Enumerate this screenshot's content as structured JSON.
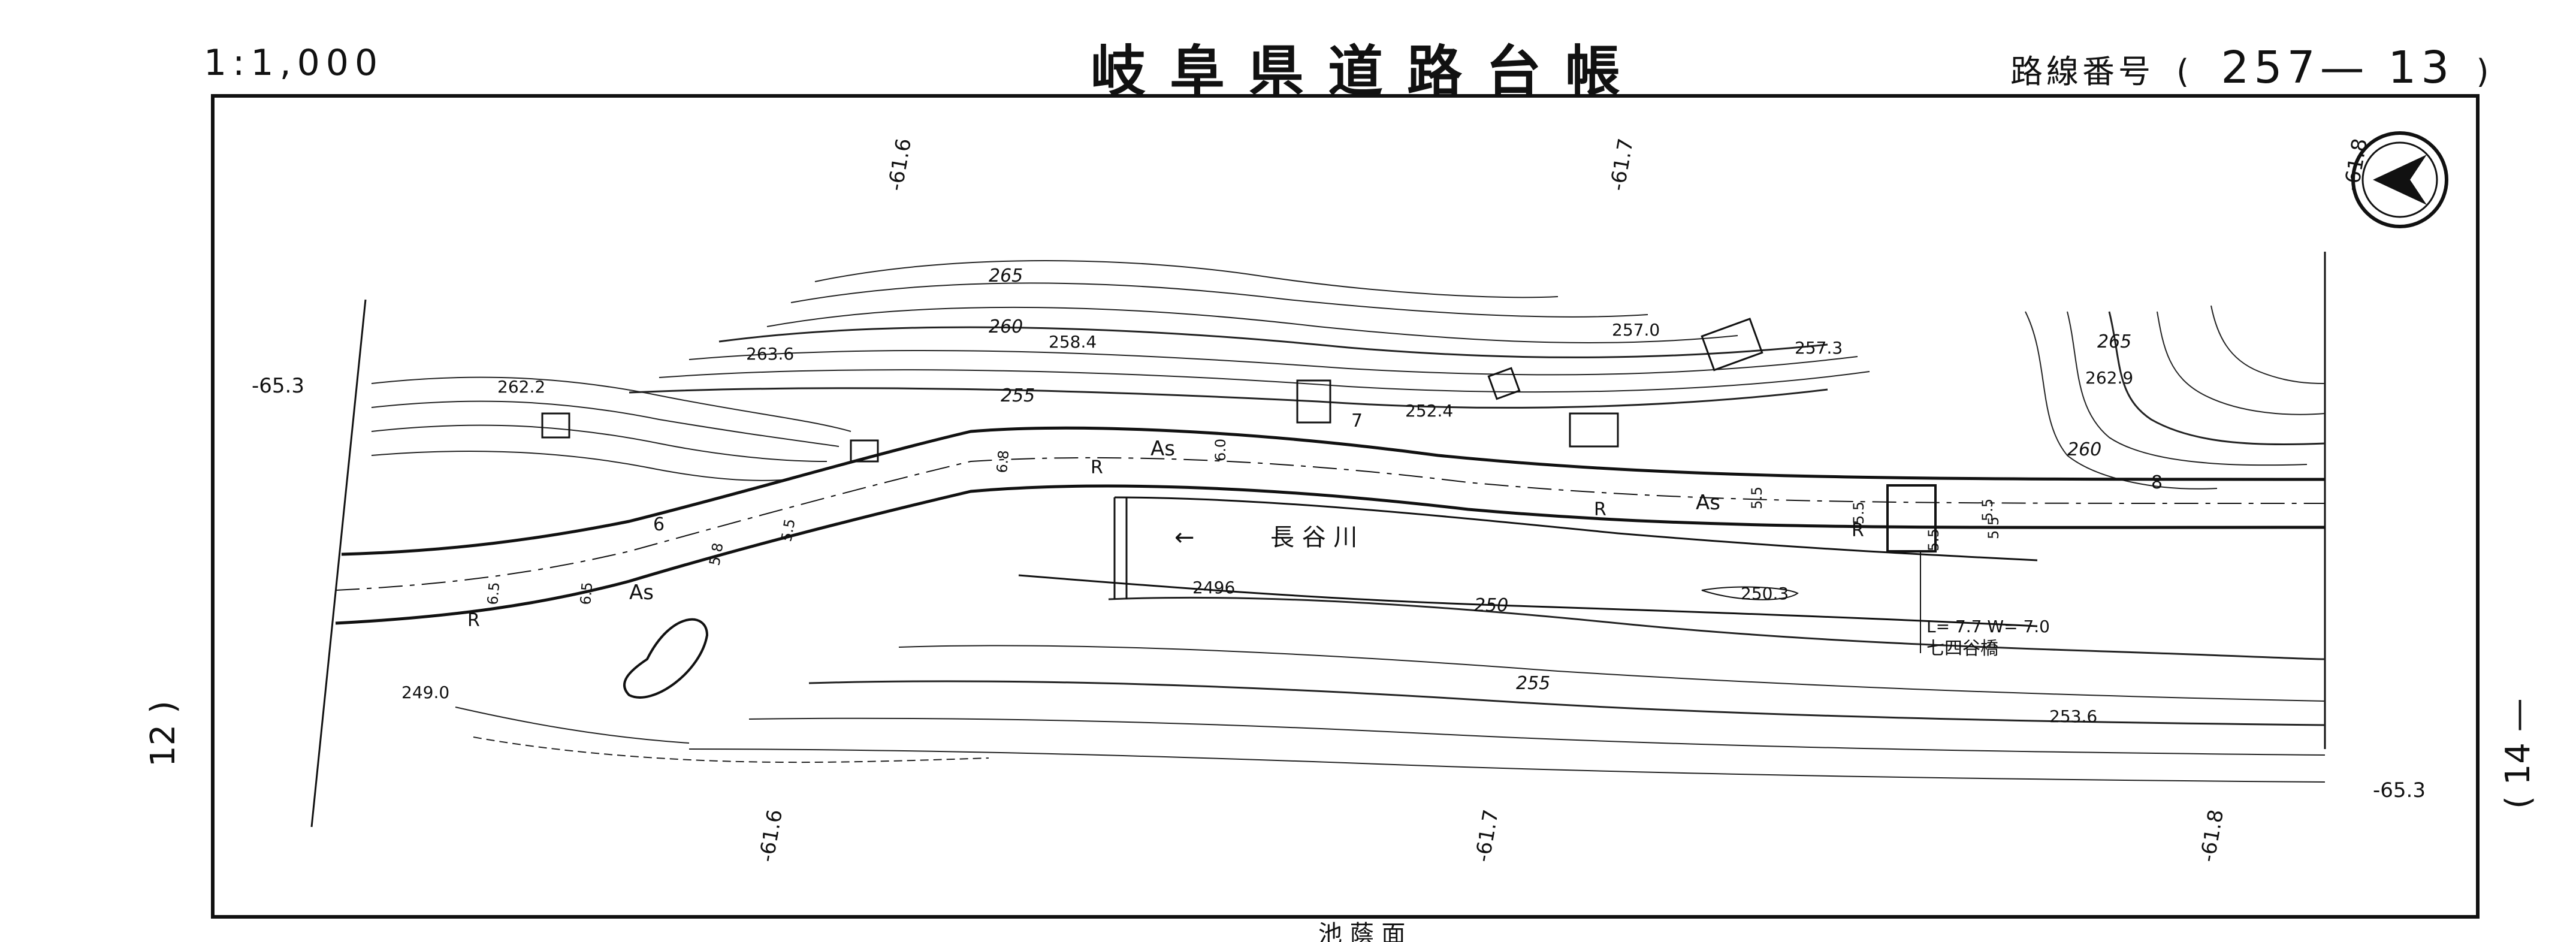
{
  "header": {
    "scale": "1:1,000",
    "title": "岐阜県道路台帳",
    "route_label": "路線番号",
    "route_number": "257— 13",
    "paren_open": "(",
    "paren_close": ")"
  },
  "adjacent_sheets": {
    "previous": "12 )",
    "next": "( 14 —"
  },
  "map": {
    "river_name": "長 谷 川",
    "flow_arrow": "←",
    "bridge_name": "七四谷橋",
    "bridge_dims": "L= 7.7  W= 7.0",
    "surface_label": "As",
    "grid_labels": {
      "top_left": "-61.6",
      "top_mid": "-61.7",
      "top_right": "-61.8",
      "bottom_left": "-61.6",
      "bottom_mid": "-61.7",
      "bottom_right": "-61.8",
      "left_edge": "-65.3",
      "right_edge": "-65.3"
    },
    "contour_labels": [
      "265",
      "260",
      "255",
      "250",
      "255",
      "265",
      "260"
    ],
    "spot_heights": [
      "263.6",
      "262.2",
      "258.4",
      "257.0",
      "257.3",
      "252.4",
      "262.9",
      "249.0",
      "2496",
      "250.3",
      "253.6"
    ],
    "road_widths": [
      "6.5",
      "6.5",
      "5.8",
      "5.5",
      "6.8",
      "6.0",
      "5.5",
      "5.5",
      "5.5",
      "5.5",
      "5.5"
    ],
    "markers": [
      "R",
      "6",
      "7",
      "8"
    ],
    "bottom_fragment": "池 蔭 面"
  },
  "colors": {
    "ink": "#111111",
    "paper": "#ffffff"
  }
}
